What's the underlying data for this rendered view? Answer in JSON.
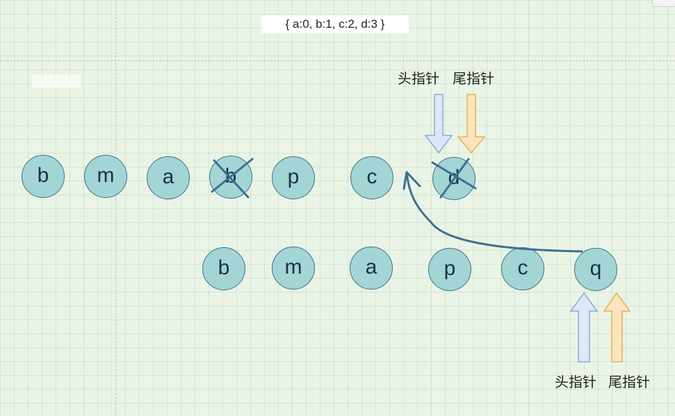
{
  "map_label": "{ a:0, b:1, c:2, d:3 }",
  "top_pointers": {
    "head_label": "头指针",
    "tail_label": "尾指针"
  },
  "bottom_pointers": {
    "head_label": "头指针",
    "tail_label": "尾指针"
  },
  "row1": [
    {
      "letter": "b",
      "crossed": false
    },
    {
      "letter": "m",
      "crossed": false
    },
    {
      "letter": "a",
      "crossed": false
    },
    {
      "letter": "b",
      "crossed": true
    },
    {
      "letter": "p",
      "crossed": false
    },
    {
      "letter": "c",
      "crossed": false
    },
    {
      "letter": "d",
      "crossed": true
    }
  ],
  "row2": [
    {
      "letter": "b"
    },
    {
      "letter": "m"
    },
    {
      "letter": "a"
    },
    {
      "letter": "p"
    },
    {
      "letter": "c"
    },
    {
      "letter": "q"
    }
  ],
  "colors": {
    "node_fill": "#a3d5d5",
    "node_stroke": "#3d6f8a",
    "cross": "#3a7090",
    "curve": "#3f6f8e",
    "head_arrow_fill": "#dce8f8",
    "head_arrow_stroke": "#7e9ec8",
    "tail_arrow_fill": "#fde4bd",
    "tail_arrow_stroke": "#e2a640"
  }
}
